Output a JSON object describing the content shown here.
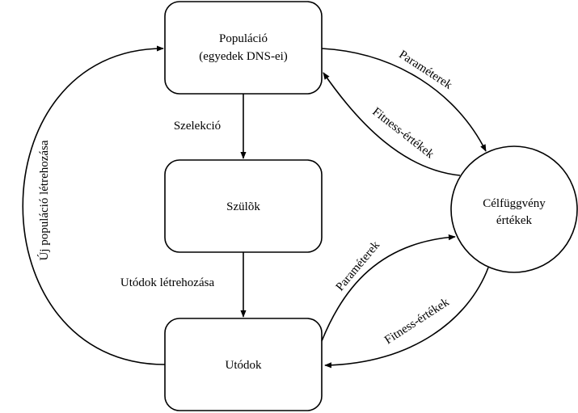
{
  "nodes": {
    "population": {
      "line1": "Populáció",
      "line2": "(egyedek DNS-ei)"
    },
    "parents": {
      "label": "Szülõk"
    },
    "offspring": {
      "label": "Utódok"
    },
    "objective": {
      "line1": "Célfüggvény",
      "line2": "értékek"
    }
  },
  "edges": {
    "selection": "Szelekció",
    "create_offspring": "Utódok létrehozása",
    "new_population": "Új populáció létrehozása",
    "params_top": "Paraméterek",
    "fitness_top": "Fitness-értékek",
    "params_bottom": "Paraméterek",
    "fitness_bottom": "Fitness-értékek"
  },
  "colors": {
    "stroke": "#000000",
    "fill": "#ffffff"
  }
}
